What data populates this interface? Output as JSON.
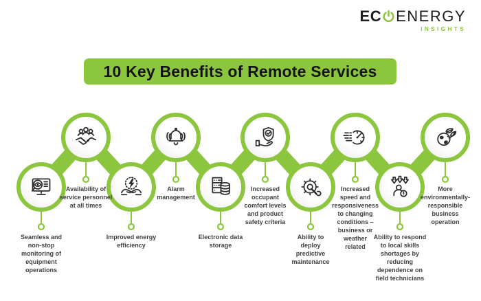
{
  "logo": {
    "brand_primary": "EC",
    "brand_secondary": "ENERGY",
    "tagline": "INSIGHTS"
  },
  "banner": {
    "title": "10 Key Benefits of Remote Services"
  },
  "colors": {
    "green": "#8CC63E",
    "icon_ink": "#2B2B2B",
    "label_text": "#414042",
    "title_text": "#141414",
    "background": "#FFFFFF"
  },
  "benefits": [
    {
      "id": 1,
      "icon": "monitoring-icon",
      "label": "Seamless and\nnon-stop\nmonitoring of\nequipment\noperations"
    },
    {
      "id": 2,
      "icon": "service-personnel-icon",
      "label": "Availability of\nservice personnel\nat all times"
    },
    {
      "id": 3,
      "icon": "energy-efficiency-icon",
      "label": "Improved energy\nefficiency"
    },
    {
      "id": 4,
      "icon": "alarm-management-icon",
      "label": "Alarm\nmanagement"
    },
    {
      "id": 5,
      "icon": "data-storage-icon",
      "label": "Electronic data\nstorage"
    },
    {
      "id": 6,
      "icon": "comfort-safety-icon",
      "label": "Increased\noccupant\ncomfort levels\nand product\nsafety criteria"
    },
    {
      "id": 7,
      "icon": "predictive-maintenance-icon",
      "label": "Ability to\ndeploy\npredictive\nmaintenance"
    },
    {
      "id": 8,
      "icon": "speed-responsiveness-icon",
      "label": "Increased\nspeed and\nresponsiveness\nto changing\nconditions –\nbusiness or\nweather\nrelated"
    },
    {
      "id": 9,
      "icon": "skills-shortage-icon",
      "label": "Ability to respond\nto local skills\nshortages by\nreducing\ndependence on\nfield technicians"
    },
    {
      "id": 10,
      "icon": "environment-icon",
      "label": "More\nenvironmentally-\nresponsible\nbusiness\noperation"
    }
  ]
}
